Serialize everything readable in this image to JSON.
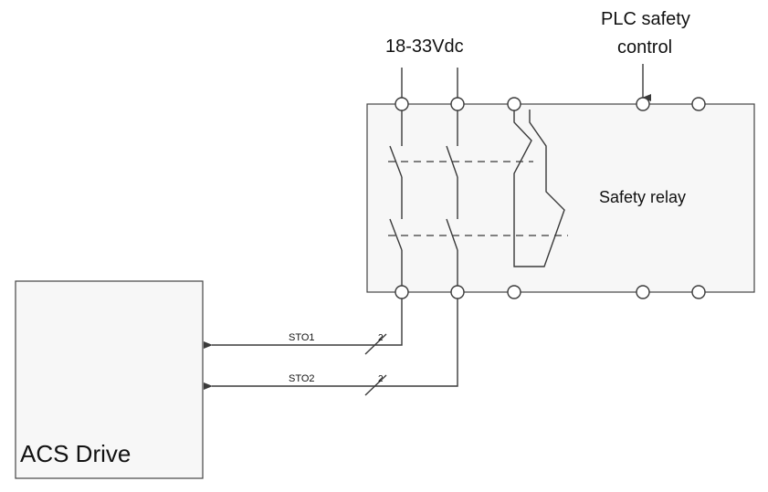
{
  "supply": {
    "label": "18-33Vdc"
  },
  "plc": {
    "line1": "PLC safety",
    "line2": "control"
  },
  "relay": {
    "label": "Safety relay"
  },
  "drive": {
    "label": "ACS Drive"
  },
  "signals": [
    {
      "name": "STO1",
      "conductors": "2"
    },
    {
      "name": "STO2",
      "conductors": "2"
    }
  ]
}
